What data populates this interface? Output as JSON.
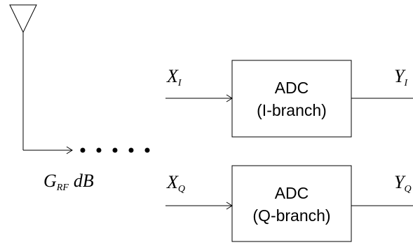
{
  "diagram": {
    "gain_label": {
      "main": "G",
      "sub": "RF",
      "suffix": "dB"
    },
    "branches": [
      {
        "id": "i",
        "input": {
          "main": "X",
          "sub": "I"
        },
        "output": {
          "main": "Y",
          "sub": "I"
        },
        "adc": {
          "line1": "ADC",
          "line2": "(I-branch)"
        }
      },
      {
        "id": "q",
        "input": {
          "main": "X",
          "sub": "Q"
        },
        "output": {
          "main": "Y",
          "sub": "Q"
        },
        "adc": {
          "line1": "ADC",
          "line2": "(Q-branch)"
        }
      }
    ],
    "colors": {
      "stroke": "#000000",
      "background": "#ffffff"
    }
  }
}
